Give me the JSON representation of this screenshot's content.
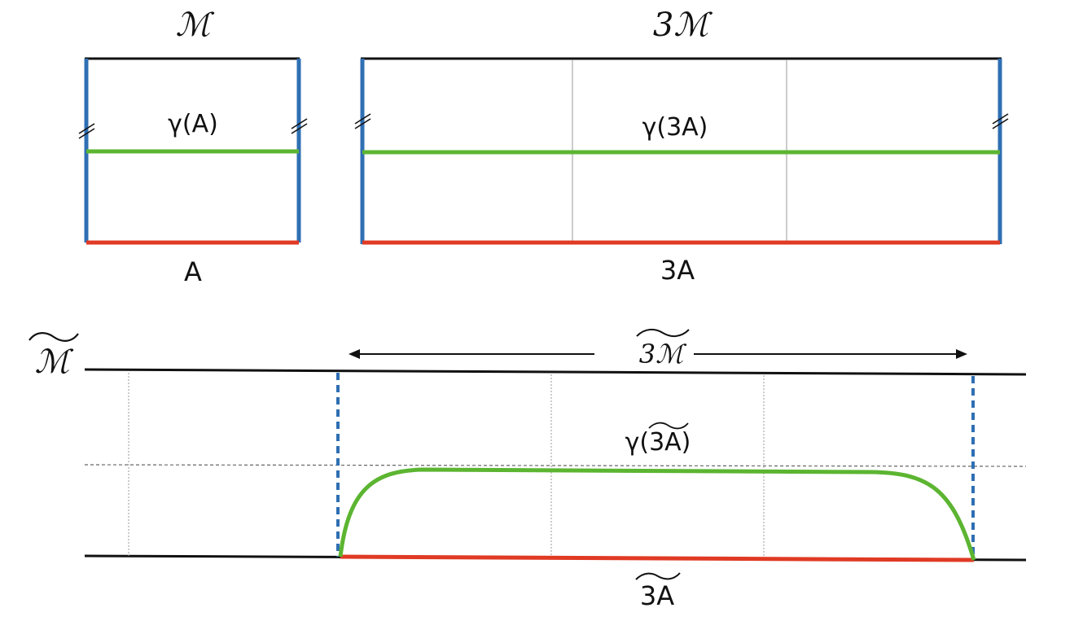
{
  "panels": {
    "m": {
      "title": "ℳ",
      "geodesic_label": "γ(A)",
      "base_label": "A"
    },
    "m3": {
      "title": "3ℳ",
      "geodesic_label": "γ(3A)",
      "base_label": "3A"
    },
    "cover": {
      "title": "ℳ",
      "span_label": "3ℳ",
      "geodesic_label_prefix": "γ(",
      "geodesic_label_inner": "3A",
      "geodesic_label_suffix": ")",
      "base_label": "3A"
    }
  },
  "colors": {
    "boundary": "#111111",
    "identified_edge": "#2f6fb3",
    "geodesic": "#5cb531",
    "base": "#e03a24",
    "grid": "#9a9a9a",
    "dashed_guide": "#666666"
  }
}
